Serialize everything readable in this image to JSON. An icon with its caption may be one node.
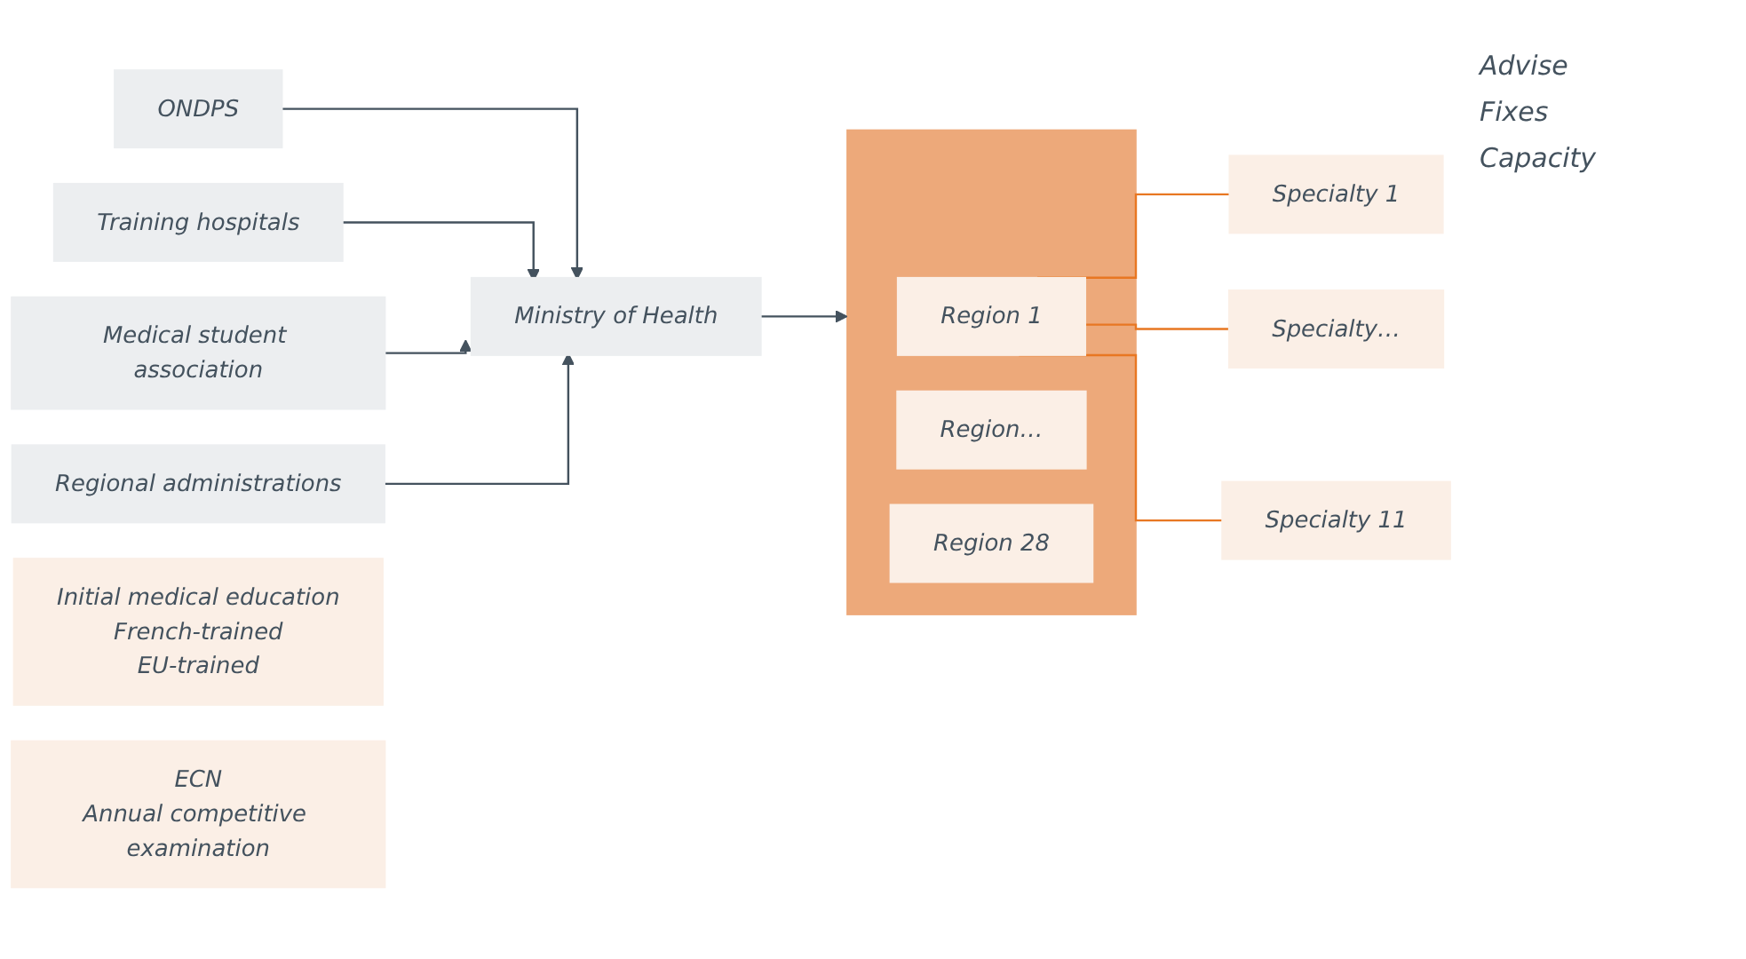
{
  "diagram": {
    "nodes": [
      {
        "text": [
          "ONDPS"
        ]
      },
      {
        "text": [
          "Training hospitals"
        ]
      },
      {
        "text": [
          "Medical student association"
        ]
      },
      {
        "text": [
          "Regional administrations"
        ]
      },
      {
        "text": [
          "Ministry of Health"
        ]
      },
      {
        "text": [],
        "shape": "box"
      },
      {
        "text": [
          "Region 1"
        ],
        "in": 5
      },
      {
        "text": [
          "Region…"
        ],
        "in": 5
      },
      {
        "text": [
          "Region 28"
        ],
        "in": 5
      },
      {
        "text": [
          "Specialty 1"
        ]
      },
      {
        "text": [
          "Specialty…"
        ]
      },
      {
        "text": [
          "Specialty 11"
        ]
      },
      {
        "text": [
          "Initial medical education",
          "French-trained",
          "EU-trained"
        ]
      },
      {
        "text": [
          "ECN",
          "Annual competitive examination"
        ]
      }
    ],
    "edges": [
      {
        "from": 0,
        "to": 4,
        "arrow": "to"
      },
      {
        "from": 1,
        "to": 4,
        "arrow": "to"
      },
      {
        "from": 2,
        "to": 4,
        "arrow": "to"
      },
      {
        "from": 3,
        "to": 4,
        "arrow": "to"
      },
      {
        "from": 4,
        "to": 5,
        "arrow": "to"
      },
      {
        "from": 6,
        "to": 9,
        "arrow": "none",
        "color": "#e87722"
      },
      {
        "from": 6,
        "to": 10,
        "arrow": "none",
        "color": "#e87722"
      },
      {
        "from": 6,
        "to": 11,
        "arrow": "none",
        "color": "#e87722"
      }
    ],
    "labels": [
      "Advise",
      "Fixes",
      "Capacity"
    ]
  }
}
